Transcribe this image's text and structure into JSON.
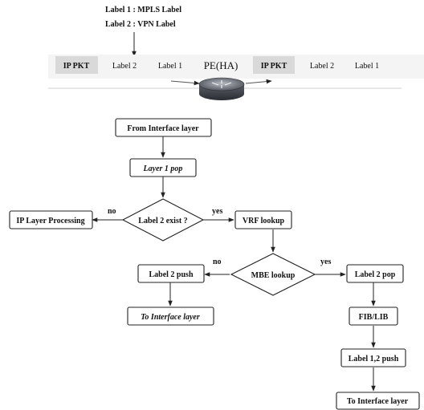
{
  "legend": {
    "label1": "Label 1 : MPLS Label",
    "label2": "Label 2 : VPN Label"
  },
  "packets": {
    "left": [
      "IP PKT",
      "Label 2",
      "Label 1"
    ],
    "right": [
      "IP PKT",
      "Label 2",
      "Label 1"
    ]
  },
  "router": {
    "label": "PE(HA)"
  },
  "flow": {
    "from_interface": "From Interface layer",
    "layer1_pop": "Layer 1 pop",
    "label2_exist": "Label 2 exist ?",
    "ip_layer": "IP Layer Processing",
    "vrf_lookup": "VRF lookup",
    "mbe_lookup": "MBE lookup",
    "label2_push": "Label 2 push",
    "to_interface_left": "To Interface layer",
    "label2_pop": "Label 2 pop",
    "fib_lib": "FIB/LIB",
    "label12_push": "Label 1,2 push",
    "to_interface_right": "To Interface layer",
    "no": "no",
    "yes": "yes"
  }
}
